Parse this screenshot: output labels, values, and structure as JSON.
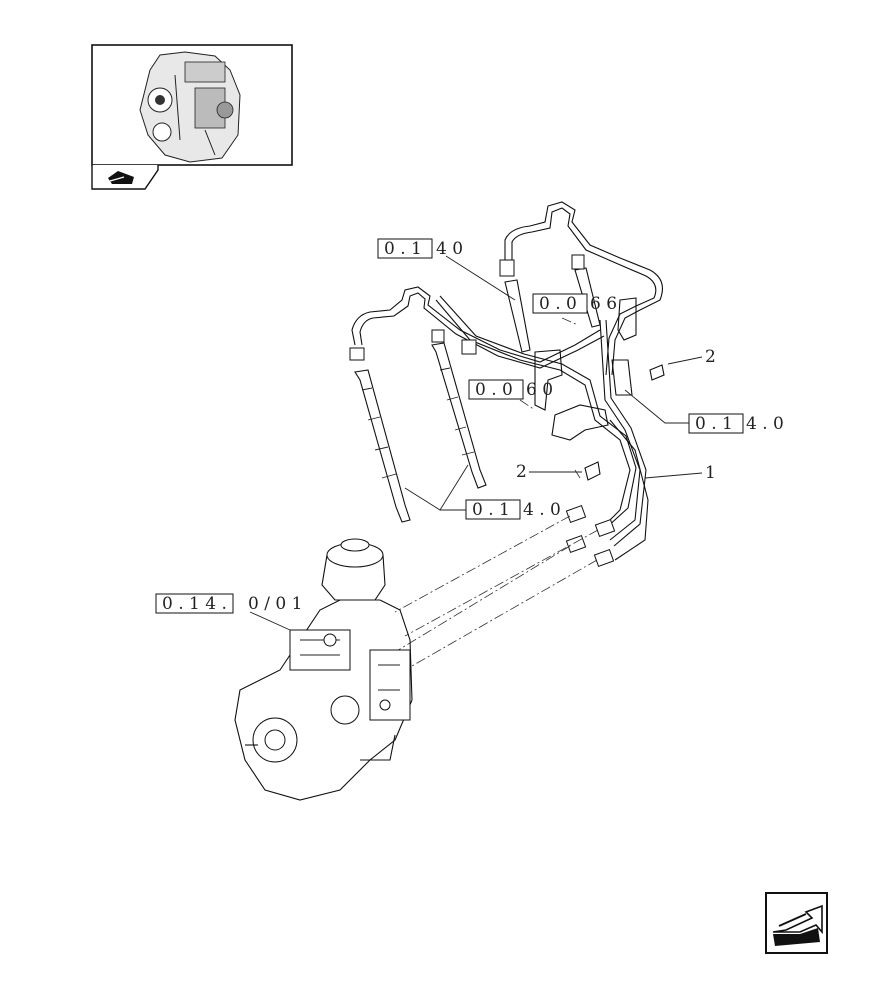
{
  "thumbnail": {
    "icon": "engine-thumbnail-icon",
    "nav_icon": "hand-pointer-icon"
  },
  "refs": {
    "r1": {
      "boxed": "0 . 1",
      "rest": "4   0"
    },
    "r2": {
      "boxed": "0 . 0",
      "rest": "6   6"
    },
    "r3": {
      "boxed": "0 . 0",
      "rest": "6   0"
    },
    "r4": {
      "boxed": "0 . 1",
      "rest": "4 . 0"
    },
    "r5": {
      "boxed": "0 . 1",
      "rest": "4 . 0"
    },
    "r6": {
      "boxed": "0 . 1 4 .",
      "rest": "0 / 0 1"
    }
  },
  "callouts": {
    "c2a": "2",
    "c2b": "2",
    "c1": "1"
  },
  "nav": {
    "icon": "next-page-arrow-icon"
  }
}
